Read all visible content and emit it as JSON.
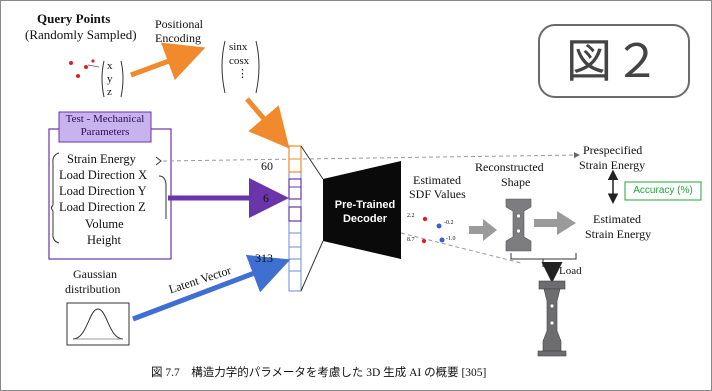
{
  "badge": {
    "label": "図２"
  },
  "query": {
    "title": "Query Points",
    "subtitle": "(Randomly Sampled)",
    "vector": [
      "x",
      "y",
      "z"
    ]
  },
  "positional": {
    "title1": "Positional",
    "title2": "Encoding",
    "vector": [
      "sinx",
      "cosx",
      "⋮"
    ]
  },
  "params": {
    "header1": "Test - Mechanical",
    "header2": "Parameters",
    "items": [
      "Strain Energy",
      "Load Direction X",
      "Load Direction Y",
      "Load Direction Z",
      "Volume",
      "Height"
    ]
  },
  "dims": {
    "top": "60",
    "mid": "6",
    "bottom": "313"
  },
  "gaussian": {
    "label1": "Gaussian",
    "label2": "distribution"
  },
  "latent": {
    "label": "Latent Vector"
  },
  "decoder": {
    "line1": "Pre-Trained",
    "line2": "Decoder"
  },
  "sdf": {
    "title1": "Estimated",
    "title2": "SDF Values",
    "values": [
      "2.2",
      "-0.2",
      "8.7",
      "-1.0"
    ]
  },
  "shape": {
    "title1": "Reconstructed",
    "title2": "Shape"
  },
  "load": {
    "label": "Load"
  },
  "prespecified": {
    "line1": "Prespecified",
    "line2": "Strain Energy"
  },
  "estimated": {
    "line1": "Estimated",
    "line2": "Strain Energy"
  },
  "accuracy": {
    "label": "Accuracy (%)",
    "color": "#22a33a"
  },
  "caption": {
    "text": "図 7.7　構造力学的パラメータを考慮した 3D 生成 AI の概要 [305]"
  },
  "colors": {
    "orange": "#f08a2c",
    "purple": "#6a35a8",
    "blue": "#3f6fd0",
    "lavender": "#c9b3ef"
  }
}
